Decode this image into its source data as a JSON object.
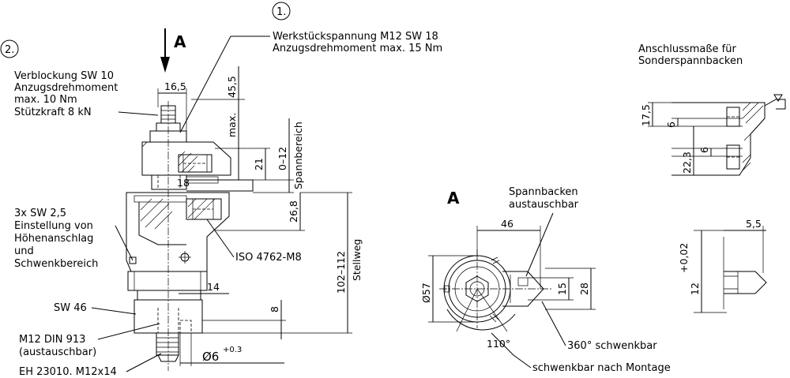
{
  "callouts": {
    "n1": "1.",
    "n2": "2."
  },
  "view_arrow": "A",
  "view_label": "A",
  "notes": {
    "werkstueck_1": "Werkstückspannung M12 SW 18",
    "werkstueck_2": "Anzugsdrehmoment max. 15 Nm",
    "verblockung_1": "Verblockung SW 10",
    "verblockung_2": "Anzugsdrehmoment",
    "verblockung_3": "max. 10 Nm",
    "verblockung_4": "Stützkraft 8 kN",
    "sw25_1": "3x SW 2,5",
    "sw25_2": "Einstellung von",
    "sw25_3": "Höhenanschlag",
    "sw25_4": "und",
    "sw25_5": "Schwenkbereich",
    "sw46": "SW 46",
    "din_1": "M12 DIN 913",
    "din_2": "(austauschbar)",
    "eh": "EH 23010. M12x14",
    "iso": "ISO 4762-M8",
    "anschluss_1": "Anschlussmaße für",
    "anschluss_2": "Sonderspannbacken",
    "spannbacken_1": "Spannbacken",
    "spannbacken_2": "austauschbar",
    "schwenk360": "360° schwenkbar",
    "schwenk_montage": "schwenkbar nach Montage"
  },
  "dimensions": {
    "d16_5": "16,5",
    "d45_5": "45,5",
    "max": "max.",
    "d21": "21",
    "d0_12": "0–12",
    "spannbereich": "Spannbereich",
    "d18": "18",
    "d26_8": "26,8",
    "d102_112": "102–112",
    "stellweg": "Stellweg",
    "d14": "14",
    "d8": "8",
    "phi6": "Ø6",
    "phi6_tol": "+0.3",
    "d46": "46",
    "phi57": "Ø57",
    "d15": "15",
    "d28": "28",
    "d110": "110°",
    "d17_5": "17,5",
    "d6a": "6",
    "d6b": "6",
    "d22_3": "22,3",
    "d5_5": "5,5",
    "d12": "12",
    "d12_tol": "+0,02"
  }
}
